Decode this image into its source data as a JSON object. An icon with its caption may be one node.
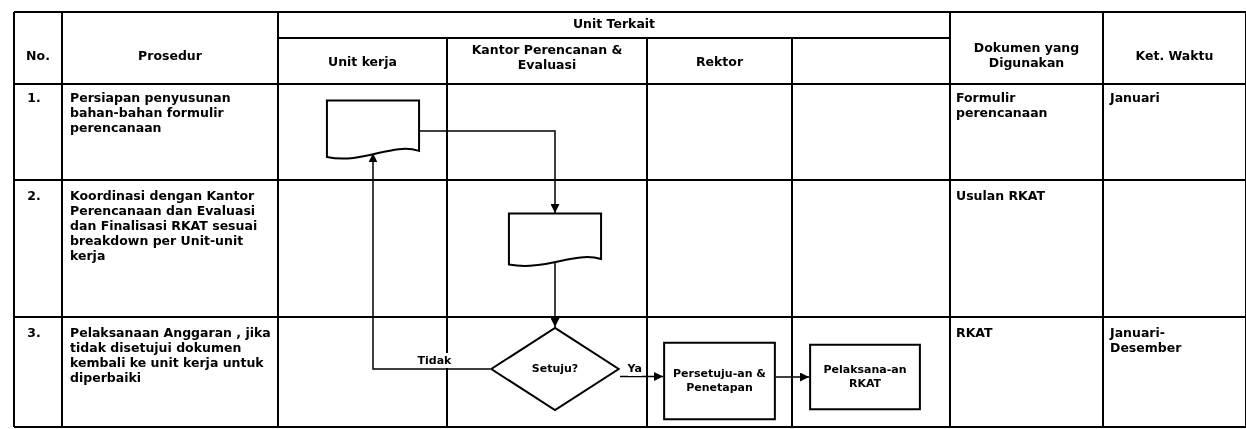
{
  "diagram": {
    "nodes": [
      {
        "text": [],
        "shape": "document"
      },
      {
        "text": [],
        "shape": "document"
      },
      {
        "text": [
          "Setuju?"
        ]
      },
      {
        "text": [
          "Persetuju-an & Penetapan"
        ]
      },
      {
        "text": [
          "Pelaksana-an RKAT"
        ]
      }
    ],
    "edges": [
      {
        "from": 0,
        "to": 1,
        "arrow": "to"
      },
      {
        "from": 1,
        "to": 2,
        "arrow": "to"
      },
      {
        "from": 2,
        "to": 0,
        "arrow": "to",
        "label": "Tidak"
      },
      {
        "from": 2,
        "to": 3,
        "arrow": "to",
        "label": "Ya"
      },
      {
        "from": 3,
        "to": 4,
        "arrow": "to"
      }
    ],
    "labels": [
      "No.",
      "Prosedur",
      "Unit Terkait",
      "Dokumen yang Digunakan",
      "Ket. Waktu",
      "Unit kerja",
      "Kantor Perencanan & Evaluasi",
      "Rektor",
      "1.",
      "Persiapan penyusunan bahan-bahan formulir perencanaan",
      "Formulir perencanaan",
      "Januari",
      "2.",
      "Koordinasi dengan Kantor Perencanaan dan Evaluasi dan Finalisasi RKAT sesuai breakdown per Unit-unit kerja",
      "Usulan RKAT",
      "3.",
      "Pelaksanaan Anggaran , jika tidak disetujui dokumen kembali ke unit kerja untuk diperbaiki",
      "RKAT",
      "Januari-Desember"
    ]
  }
}
